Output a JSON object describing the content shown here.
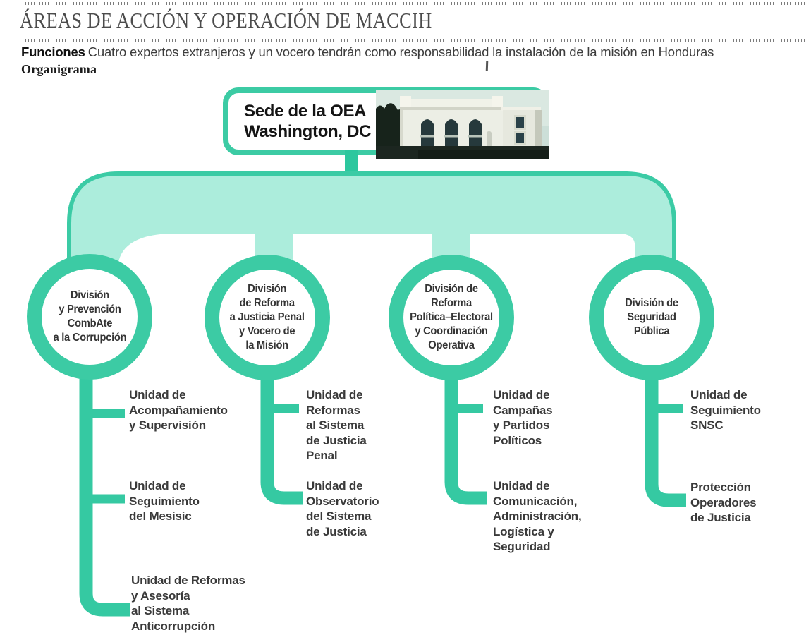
{
  "header": {
    "title": "ÁREAS DE ACCIÓN Y OPERACIÓN DE MACCIH",
    "funciones_label": "Funciones",
    "funciones_text": "Cuatro expertos extranjeros y un vocero tendrán como responsabilidad la instalación de la misión en Honduras",
    "organigrama_label": "Organigrama"
  },
  "root": {
    "label": "Sede de la OEA\nWashington, DC",
    "image": "oea-headquarters-building-photo"
  },
  "colors": {
    "teal": "#3ccba4",
    "teal_dark": "#2cc79e",
    "teal_light": "#aceddc",
    "text": "#3a3a3a",
    "title_gray": "#4c4c4c"
  },
  "divisions": [
    {
      "label": "División\ny Prevención\nCombAte\na la Corrupción",
      "units": [
        "Unidad de\nAcompañamiento\ny Supervisión",
        "Unidad de\nSeguimiento\ndel Mesisic",
        "Unidad de Reformas\ny Asesoría\nal Sistema\nAnticorrupción"
      ]
    },
    {
      "label": "División\nde Reforma\na Justicia Penal\ny Vocero de\nla Misión",
      "units": [
        "Unidad de\nReformas\nal Sistema\nde Justicia\nPenal",
        "Unidad de\nObservatorio\ndel Sistema\nde Justicia"
      ]
    },
    {
      "label": "División de\nReforma\nPolítica–Electoral\ny Coordinación\nOperativa",
      "units": [
        "Unidad de\nCampañas\ny Partidos\nPolíticos",
        "Unidad de\nComunicación,\nAdministración,\nLogística y\nSeguridad"
      ]
    },
    {
      "label": "División de\nSeguridad\nPública",
      "units": [
        "Unidad de\nSeguimiento\nSNSC",
        "Protección\nOperadores\nde Justicia"
      ]
    }
  ]
}
